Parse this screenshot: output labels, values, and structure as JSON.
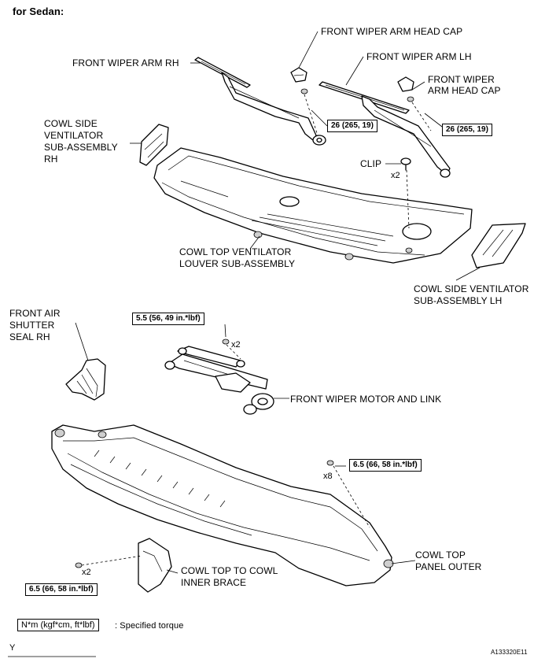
{
  "header": {
    "variant_label": "for Sedan:"
  },
  "labels": {
    "head_cap_rh": "FRONT WIPER ARM HEAD CAP",
    "wiper_arm_lh": "FRONT WIPER ARM LH",
    "wiper_arm_rh": "FRONT WIPER ARM RH",
    "head_cap_lh_line1": "FRONT WIPER",
    "head_cap_lh_line2": "ARM HEAD CAP",
    "cowl_side_rh_line1": "COWL SIDE",
    "cowl_side_rh_line2": "VENTILATOR",
    "cowl_side_rh_line3": "SUB-ASSEMBLY",
    "cowl_side_rh_line4": "RH",
    "clip": "CLIP",
    "louver_line1": "COWL TOP VENTILATOR",
    "louver_line2": "LOUVER SUB-ASSEMBLY",
    "cowl_side_lh_line1": "COWL SIDE VENTILATOR",
    "cowl_side_lh_line2": "SUB-ASSEMBLY LH",
    "air_shutter_line1": "FRONT AIR",
    "air_shutter_line2": "SHUTTER",
    "air_shutter_line3": "SEAL RH",
    "motor_link": "FRONT WIPER MOTOR AND LINK",
    "panel_outer_line1": "COWL TOP",
    "panel_outer_line2": "PANEL OUTER",
    "brace_line1": "COWL TOP TO COWL",
    "brace_line2": "INNER BRACE"
  },
  "torques": {
    "arm_rh": "26 (265, 19)",
    "arm_lh": "26 (265, 19)",
    "motor": "5.5 (56, 49 in.*lbf)",
    "panel": "6.5 (66, 58 in.*lbf)",
    "brace": "6.5 (66, 58 in.*lbf)"
  },
  "counts": {
    "clip": "x2",
    "motor": "x2",
    "panel": "x8",
    "brace": "x2"
  },
  "legend": {
    "unit_box": "N*m (kgf*cm, ft*lbf)",
    "text": ": Specified torque"
  },
  "footer": {
    "mark": "Y",
    "figure_code": "A133320E11"
  }
}
